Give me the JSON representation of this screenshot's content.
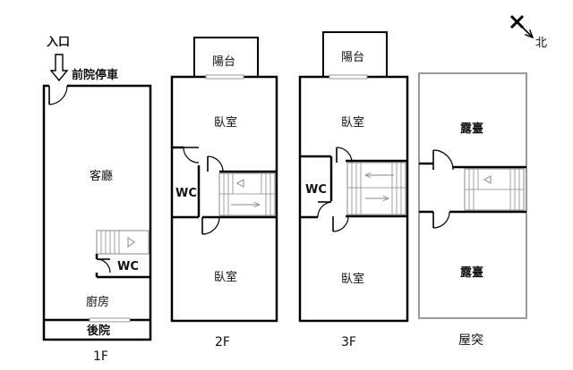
{
  "compass": {
    "north_label": "北"
  },
  "floor1": {
    "caption": "1F",
    "entrance": "入口",
    "front_yard_parking": "前院停車",
    "living_room": "客廳",
    "wc": "WC",
    "kitchen": "廚房",
    "back_yard": "後院"
  },
  "floor2": {
    "caption": "2F",
    "balcony": "陽台",
    "bedroom_front": "臥室",
    "wc": "WC",
    "bedroom_back": "臥室"
  },
  "floor3": {
    "caption": "3F",
    "balcony": "陽台",
    "bedroom_front": "臥室",
    "wc": "WC",
    "bedroom_back": "臥室"
  },
  "roof": {
    "caption": "屋突",
    "terrace_front": "露臺",
    "terrace_back": "露臺"
  },
  "colors": {
    "wall": "#000000",
    "roof_wall": "#9a9a9a",
    "stair_line": "#888888",
    "window": "#bbbbbb"
  }
}
